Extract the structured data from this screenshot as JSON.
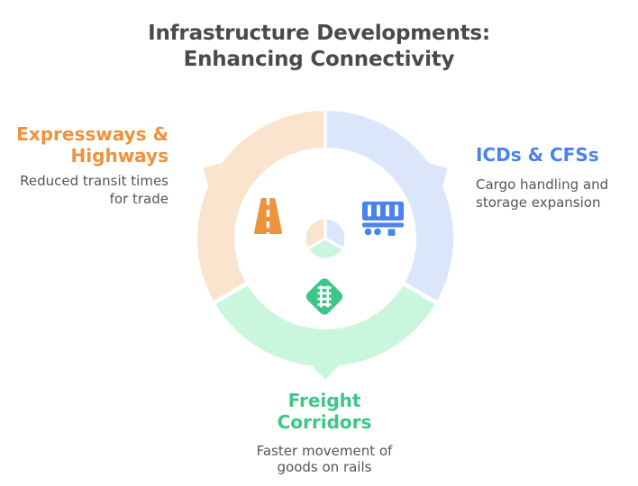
{
  "title": "Infrastructure Developments:\nEnhancing Connectivity",
  "colors": {
    "title_text": "#4a4a4a",
    "description_text": "#54555a",
    "background": "#ffffff",
    "orange": "#ee923c",
    "orange_light": "#fbe4ce",
    "blue": "#4a82ee",
    "blue_light": "#dce6fa",
    "green": "#3dc787",
    "green_light": "#c9f6dc"
  },
  "segments": [
    {
      "id": "expressways-highways",
      "label": "Expressways &\nHighways",
      "description": "Reduced transit times\nfor trade",
      "icon": "road-icon",
      "color": "#ee923c",
      "color_light": "#fbe4ce"
    },
    {
      "id": "icds-cfss",
      "label": "ICDs & CFSs",
      "description": "Cargo handling and\nstorage expansion",
      "icon": "freight-wagon-icon",
      "color": "#4a82ee",
      "color_light": "#dce6fa"
    },
    {
      "id": "freight-corridors",
      "label": "Freight\nCorridors",
      "description": "Faster movement of\ngoods on rails",
      "icon": "railway-track-icon",
      "color": "#3dc787",
      "color_light": "#c9f6dc"
    }
  ]
}
